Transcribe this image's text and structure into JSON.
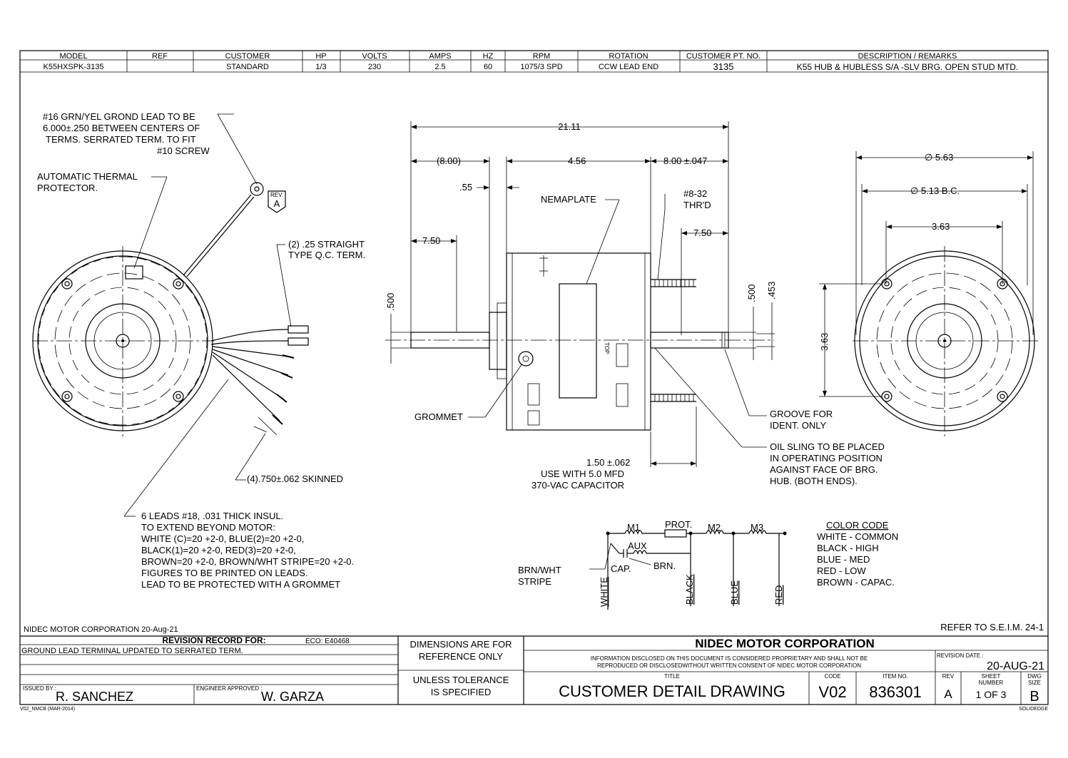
{
  "header": {
    "columns": [
      "MODEL",
      "REF",
      "CUSTOMER",
      "HP",
      "VOLTS",
      "AMPS",
      "HZ",
      "RPM",
      "ROTATION",
      "CUSTOMER PT. NO.",
      "DESCRIPTION / REMARKS"
    ],
    "values": [
      "K55HXSPK-3135",
      "",
      "STANDARD",
      "1/3",
      "230",
      "2.5",
      "60",
      "1075/3 SPD",
      "CCW LEAD END",
      "3135",
      "K55 HUB & HUBLESS S/A  -SLV BRG. OPEN STUD MTD."
    ]
  },
  "left_notes": {
    "ground_lead": [
      "#16 GRN/YEL GROND LEAD TO BE",
      "6.000±.250 BETWEEN CENTERS OF",
      "TERMS. SERRATED TERM. TO FIT",
      "#10 SCREW"
    ],
    "thermal": [
      "AUTOMATIC THERMAL",
      "PROTECTOR."
    ],
    "rev_tag": "REV.",
    "rev_letter": "A",
    "qc_term": [
      "(2) .25 STRAIGHT",
      "TYPE Q.C. TERM."
    ],
    "skinned": "(4).750±.062 SKINNED",
    "leads": [
      "6 LEADS #18, .031 THICK INSUL.",
      "TO EXTEND BEYOND MOTOR:",
      "WHITE (C)=20 +2-0, BLUE(2)=20 +2-0,",
      "BLACK(1)=20 +2-0, RED(3)=20 +2-0,",
      "BROWN=20 +2-0, BROWN/WHT STRIPE=20 +2-0.",
      "FIGURES TO BE PRINTED ON LEADS.",
      "LEAD TO BE PROTECTED WITH A GROMMET"
    ]
  },
  "side_view": {
    "overall": "21.11",
    "left_ext": "(8.00)",
    "body": "4.56",
    "right_ext": "8.00 ±.047",
    "shoulder": ".55",
    "shaft_left": "7.50",
    "shaft_right": "7.50",
    "nameplate": "NEMAPLATE",
    "thread": [
      "#8-32",
      "THR'D"
    ],
    "dim_500_left": ".500",
    "dim_500_right": ".500",
    "dim_453": ".453",
    "top_mark": "TOP",
    "grommet": "GROMMET",
    "stud": "1.50 ±.062",
    "capacitor": [
      "USE WITH 5.0 MFD",
      "370-VAC CAPACITOR"
    ],
    "groove": [
      "GROOVE FOR",
      "IDENT. ONLY"
    ],
    "oil_sling": [
      "OIL SLING TO BE PLACED",
      "IN OPERATING POSITION",
      "AGAINST FACE OF BRG.",
      "HUB. (BOTH ENDS)."
    ]
  },
  "end_view": {
    "dia": "∅ 5.63",
    "bc": "∅ 5.13  B.C.",
    "inner": "3.63",
    "vertical": "3.63"
  },
  "schematic": {
    "m1": "M1",
    "prot": "PROT.",
    "m2": "M2",
    "m3": "M3",
    "aux": "AUX",
    "cap": "CAP.",
    "brn": "BRN.",
    "brn_wht": [
      "BRN/WHT",
      "STRIPE"
    ],
    "white": "WHITE",
    "black": "BLACK",
    "blue": "BLUE",
    "red": "RED"
  },
  "color_code": {
    "title": "COLOR CODE",
    "lines": [
      "WHITE - COMMON",
      "BLACK - HIGH",
      "BLUE  - MED",
      "RED   - LOW",
      "BROWN - CAPAC."
    ]
  },
  "refer": "REFER TO S.E.I.M. 24-1",
  "company_date": "NIDEC MOTOR CORPORATION 20-Aug-21",
  "title_block": {
    "revision_for": "REVISION RECORD FOR:",
    "eco": "ECO: E40468",
    "revision_note": "GROUND LEAD TERMINAL UPDATED TO SERRATED TERM.",
    "issued_by_label": "ISSUED BY :",
    "issued_by": "R. SANCHEZ",
    "engineer_label": "ENGINEER APPROVED :",
    "engineer": "W. GARZA",
    "dims_ref": [
      "DIMENSIONS ARE FOR",
      "REFERENCE ONLY"
    ],
    "tolerance": [
      "UNLESS TOLERANCE",
      "IS SPECIFIED"
    ],
    "company": "NIDEC MOTOR CORPORATION",
    "proprietary": [
      "INFORMATION DISCLOSED ON THIS DOCUMENT IS CONSIDERED PROPRIETARY AND SHALL NOT BE",
      "REPRODUCED OR DISCLOSEDWITHOUT WRITTEN CONSENT OF NIDEC MOTOR CORPORATION"
    ],
    "rev_date_label": "REVISION DATE :",
    "rev_date": "20-AUG-21",
    "title_label": "TITLE",
    "title": "CUSTOMER  DETAIL  DRAWING",
    "code_label": "CODE",
    "code": "V02",
    "item_label": "ITEM NO.",
    "item": "836301",
    "rev_label": "REV",
    "rev": "A",
    "sheet_label": [
      "SHEET",
      "NUMBER"
    ],
    "sheet": "1  OF  3",
    "dwg_label": [
      "DWG",
      "SIZE"
    ],
    "dwg": "B",
    "form": "V02_NMCB (MAR-2014)",
    "solidedge": "SOLIDEDGE"
  }
}
